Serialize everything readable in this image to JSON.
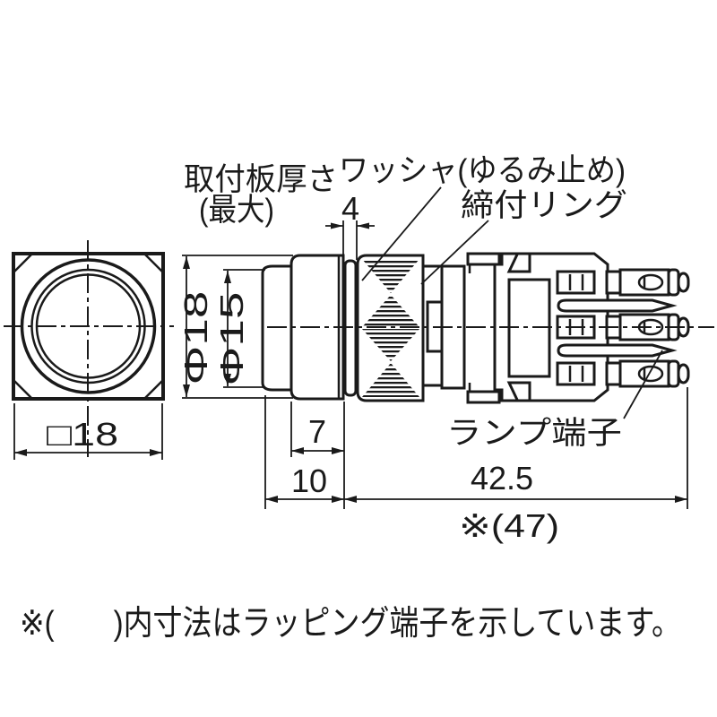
{
  "labels": {
    "mounting_plate": "取付板厚さ",
    "mounting_plate_max": "(最大)",
    "washer": "ワッシャ(ゆるみ止め)",
    "tightening_ring": "締付リング",
    "lamp_terminal": "ランプ端子"
  },
  "dimensions": {
    "plate_thickness_max": "4",
    "bezel_diameter": "Φ18",
    "button_diameter": "Φ15",
    "panel_cutout_square": "□18",
    "bezel_depth": "7",
    "front_depth": "10",
    "body_depth": "42.5",
    "body_depth_wrapping": "※(47)"
  },
  "note": "※(　　)内寸法はラッピング端子を示しています。",
  "colors": {
    "line_color": "#1a1a1a",
    "background": "#ffffff"
  }
}
